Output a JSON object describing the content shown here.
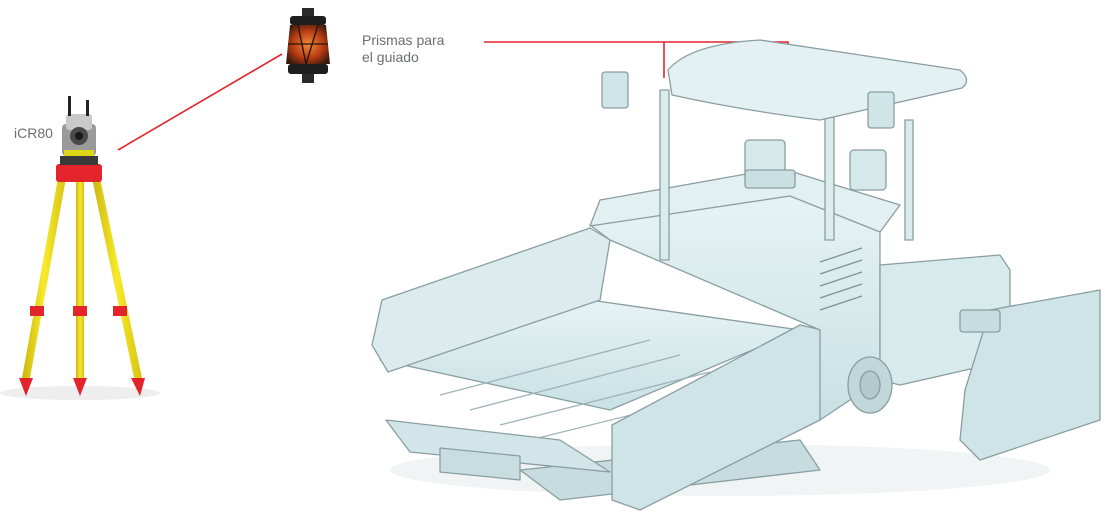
{
  "labels": {
    "instrument": "iCR80",
    "prism_line1": "Prismas para",
    "prism_line2": "el guiado"
  },
  "colors": {
    "leader_line": "#e3242b",
    "machine_fill": "#d9ecee",
    "machine_stroke": "#8a9ea2",
    "tripod_leg": "#f2e21a",
    "tripod_accent": "#e3242b",
    "label_text": "#6d6e71"
  },
  "icons": {
    "instrument": "total-station-icon",
    "prism": "360-prism-icon",
    "machine": "asphalt-paver-illustration"
  }
}
